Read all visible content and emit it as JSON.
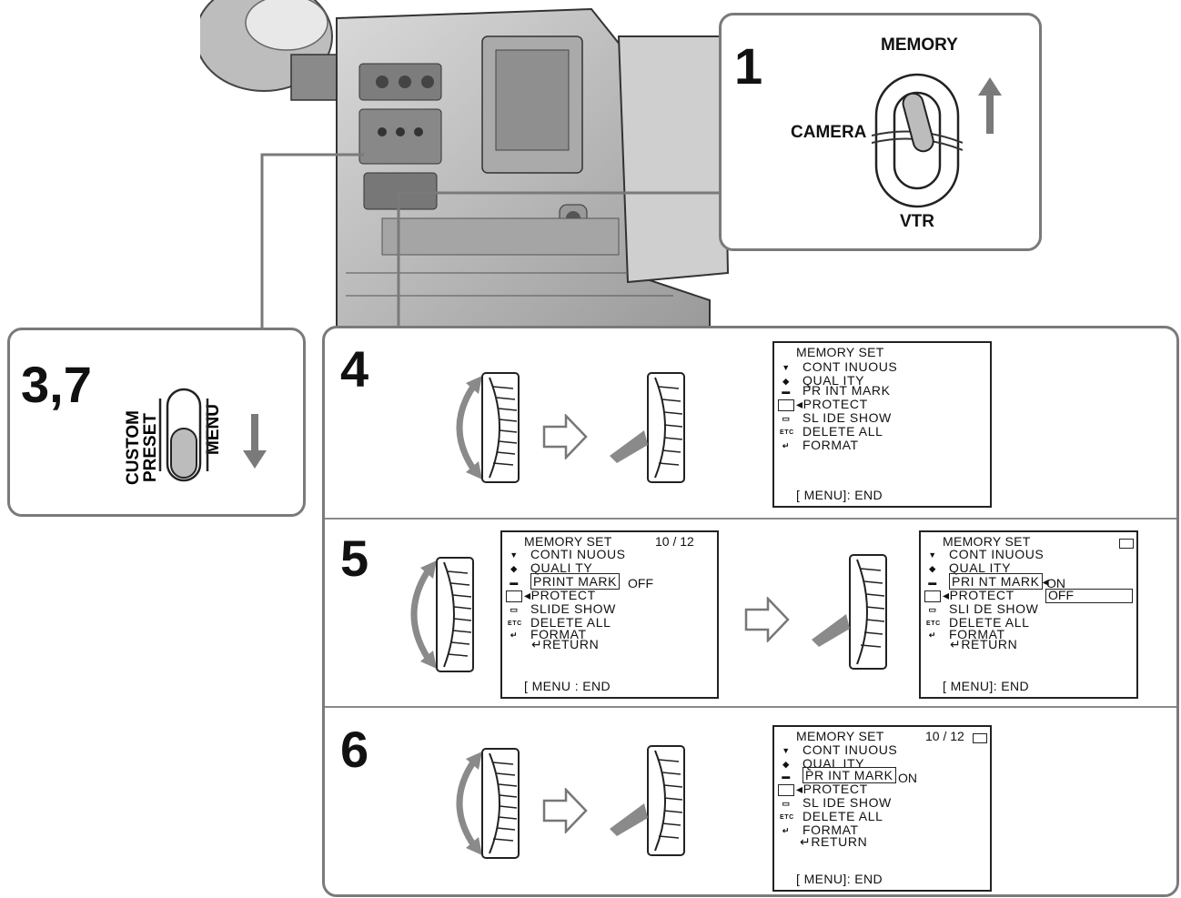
{
  "step1": {
    "number": "1",
    "labels": {
      "top": "MEMORY",
      "left": "CAMERA",
      "bottom": "VTR"
    }
  },
  "step37": {
    "number": "3,7",
    "labels": {
      "left_line1": "CUSTOM",
      "left_line2": "PRESET",
      "right": "MENU"
    }
  },
  "step4": {
    "number": "4",
    "screen": {
      "header": "MEMORY SET",
      "items": [
        "CONT INUOUS",
        "QUAL ITY",
        "PR INT MARK",
        "PROTECT",
        "SL IDE SHOW",
        "DELETE ALL",
        "FORMAT"
      ],
      "footer": "[ MENU]: END"
    }
  },
  "step5": {
    "number": "5",
    "screen_left": {
      "header": "MEMORY SET",
      "page": "10 / 12",
      "items": [
        "CONTI NUOUS",
        "QUALI TY",
        "PRINT MARK",
        "PROTECT",
        "SLIDE SHOW",
        "DELETE ALL",
        "FORMAT"
      ],
      "return": "RETURN",
      "value": "OFF",
      "footer": "[ MENU : END"
    },
    "screen_right": {
      "header": "MEMORY SET",
      "items": [
        "CONT INUOUS",
        "QUAL ITY",
        "PRI NT MARK",
        "PROTECT",
        "SLI DE SHOW",
        "DELETE ALL",
        "FORMAT"
      ],
      "return": "RETURN",
      "option_on": "ON",
      "option_off": "OFF",
      "footer": "[ MENU]: END"
    }
  },
  "step6": {
    "number": "6",
    "screen": {
      "header": "MEMORY SET",
      "page": "10 / 12",
      "items": [
        "CONT INUOUS",
        "QUAL ITY",
        "PR INT MARK",
        "PROTECT",
        "SL IDE SHOW",
        "DELETE ALL",
        "FORMAT"
      ],
      "return": "RETURN",
      "value": "ON",
      "footer": "[ MENU]: END"
    }
  }
}
